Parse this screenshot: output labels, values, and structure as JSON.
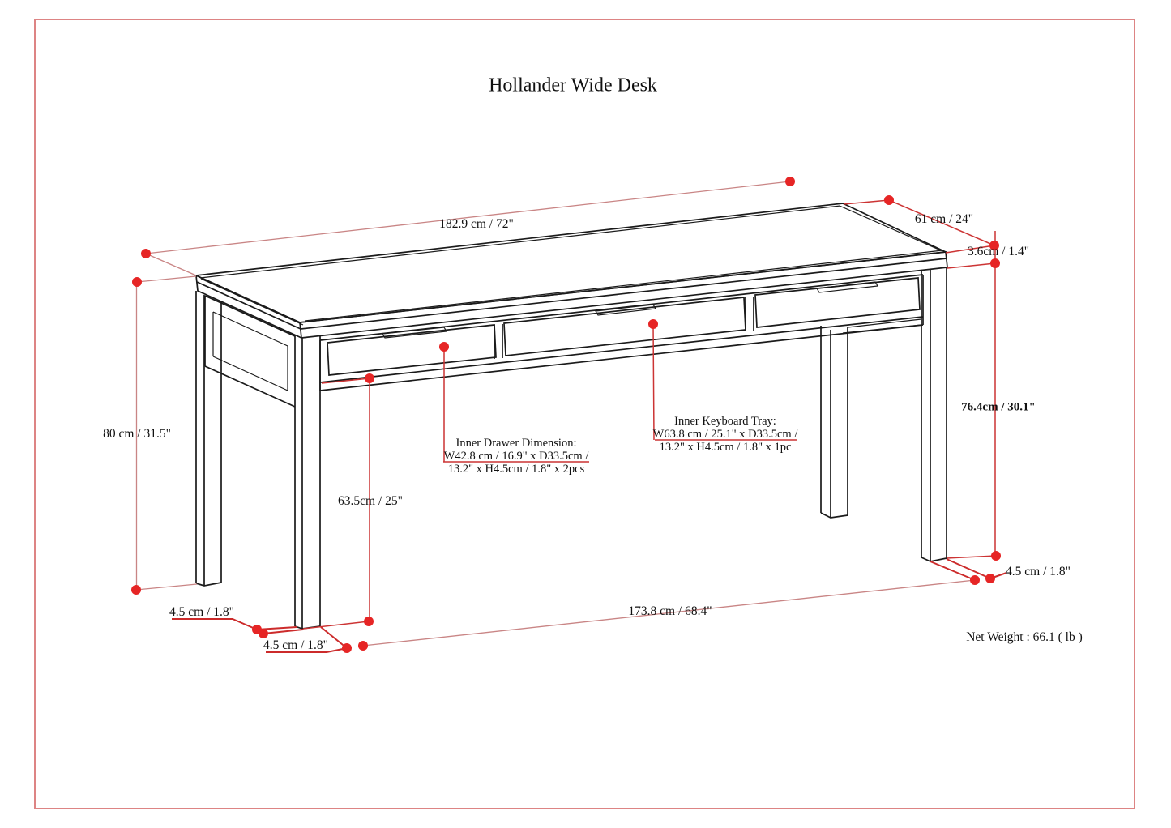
{
  "page": {
    "title": "Hollander Wide Desk",
    "border_color": "#dd8484",
    "background_color": "#ffffff"
  },
  "colors": {
    "dimension_line_red": "#cc3434",
    "dimension_line_light_red": "#c98585",
    "dot_red": "#e62525",
    "drawing_black": "#1b1b1b"
  },
  "product": {
    "net_weight": "Net Weight : 66.1 ( lb )"
  },
  "dimensions": {
    "width": "182.9 cm / 72\"",
    "depth": "61 cm / 24\"",
    "top_thickness": "3.6cm / 1.4\"",
    "height_right": "76.4cm / 30.1\"",
    "height_left": "80 cm / 31.5\"",
    "knee_clearance": "63.5cm / 25\"",
    "leg_width_back_left": "4.5 cm / 1.8\"",
    "leg_width_front_left": "4.5 cm / 1.8\"",
    "leg_width_right": "4.5 cm / 1.8\"",
    "leg_span": "173.8 cm / 68.4\""
  },
  "annotations": {
    "drawer": {
      "line1": "Inner Drawer Dimension:",
      "line2": "W42.8 cm / 16.9\" x D33.5cm /",
      "line3": "13.2\" x H4.5cm / 1.8\" x 2pcs"
    },
    "keyboard": {
      "line1": "Inner Keyboard Tray:",
      "line2": "W63.8 cm / 25.1\" x D33.5cm /",
      "line3": "13.2\" x H4.5cm / 1.8\" x 1pc"
    }
  }
}
